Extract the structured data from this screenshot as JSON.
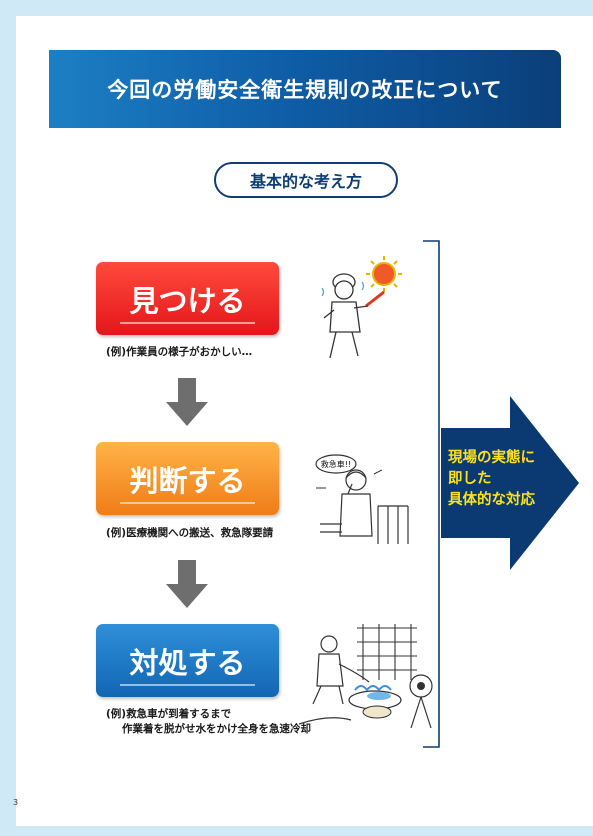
{
  "header": {
    "title": "今回の労働安全衛生規則の改正について"
  },
  "concept": {
    "label": "基本的な考え方"
  },
  "steps": [
    {
      "label": "見つける",
      "example": "(例)作業員の様子がおかしい…"
    },
    {
      "label": "判断する",
      "example": "(例)医療機関への搬送、救急隊要請"
    },
    {
      "label": "対処する",
      "example_line1": "(例)救急車が到着するまで",
      "example_line2": "作業着を脱がせ水をかけ全身を急速冷却"
    }
  ],
  "result": {
    "lines": [
      "現場の実態に",
      "即した",
      "具体的な対応"
    ]
  },
  "illustration2_bubble": "救急車!!",
  "page_number": "3",
  "colors": {
    "navy": "#0f3d73",
    "red": "#e4161a",
    "orange": "#f07c17",
    "blue": "#1266b3",
    "highlight": "#ffe11a"
  }
}
